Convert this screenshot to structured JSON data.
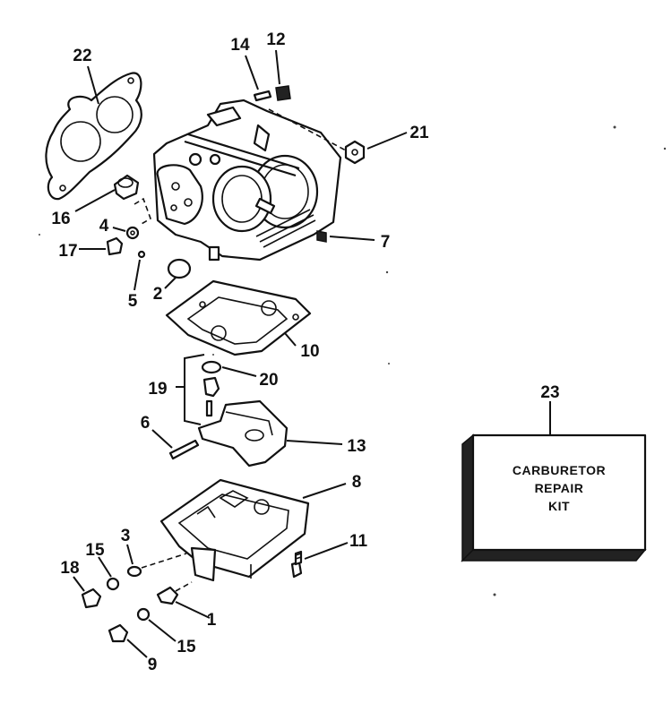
{
  "kit": {
    "line1": "CARBURETOR",
    "line2": "REPAIR",
    "line3": "KIT"
  },
  "callouts": {
    "c1": "1",
    "c2": "2",
    "c3": "3",
    "c4": "4",
    "c5": "5",
    "c6": "6",
    "c7": "7",
    "c8": "8",
    "c9": "9",
    "c10": "10",
    "c11": "11",
    "c12": "12",
    "c13": "13",
    "c14": "14",
    "c15a": "15",
    "c15b": "15",
    "c16": "16",
    "c17": "17",
    "c18": "18",
    "c19": "19",
    "c20": "20",
    "c21": "21",
    "c22": "22",
    "c23": "23"
  }
}
